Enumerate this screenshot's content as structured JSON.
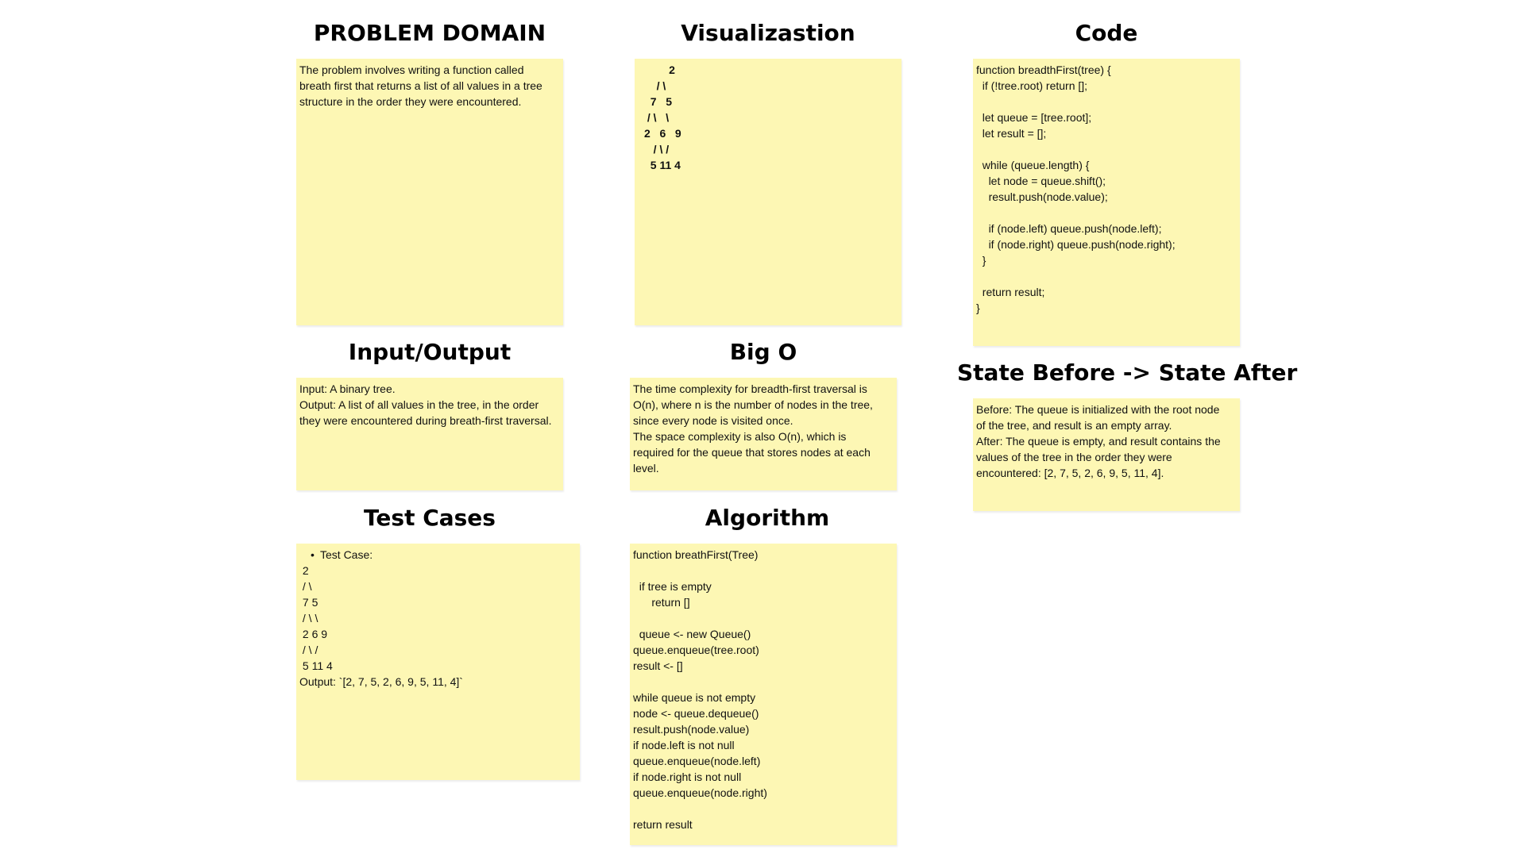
{
  "colors": {
    "note_background": "#fdf7b4",
    "title_text": "#000000",
    "note_text": "#111111"
  },
  "sections": {
    "problem_domain": {
      "title": "PROBLEM DOMAIN",
      "text": "The problem involves writing a function called\nbreath first that returns a list of all values in a tree\nstructure in the order they were encountered."
    },
    "visualization": {
      "title": "Visualizastion",
      "text": "        2\n    / \\\n  7   5\n / \\   \\\n2   6   9\n   / \\ /\n  5 11 4"
    },
    "code": {
      "title": "Code",
      "text": "function breadthFirst(tree) {\n  if (!tree.root) return [];\n\n  let queue = [tree.root];\n  let result = [];\n\n  while (queue.length) {\n    let node = queue.shift();\n    result.push(node.value);\n\n    if (node.left) queue.push(node.left);\n    if (node.right) queue.push(node.right);\n  }\n\n  return result;\n}"
    },
    "input_output": {
      "title": "Input/Output",
      "text": "Input: A binary tree.\nOutput: A list of all values in the tree, in the order\nthey were encountered during breath-first traversal."
    },
    "big_o": {
      "title": "Big O",
      "text": "The time complexity for breadth-first traversal is\nO(n), where n is the number of nodes in the tree,\nsince every node is visited once.\nThe space complexity is also O(n), which is\nrequired for the queue that stores nodes at each\nlevel."
    },
    "state": {
      "title": "State Before -> State After",
      "text": "Before: The queue is initialized with the root node\nof the tree, and result is an empty array.\nAfter: The queue is empty, and result contains the\nvalues of the tree in the order they were\nencountered: [2, 7, 5, 2, 6, 9, 5, 11, 4]."
    },
    "test_cases": {
      "title": "Test Cases",
      "bullet": "Test Case:",
      "text": " 2\n / \\\n 7 5\n / \\ \\\n 2 6 9\n / \\ /\n 5 11 4\nOutput: `[2, 7, 5, 2, 6, 9, 5, 11, 4]`"
    },
    "algorithm": {
      "title": "Algorithm",
      "text": "function breathFirst(Tree)\n\n  if tree is empty\n      return []\n\n  queue <- new Queue()\nqueue.enqueue(tree.root)\nresult <- []\n\nwhile queue is not empty\nnode <- queue.dequeue()\nresult.push(node.value)\nif node.left is not null\nqueue.enqueue(node.left)\nif node.right is not null\nqueue.enqueue(node.right)\n\nreturn result"
    }
  }
}
